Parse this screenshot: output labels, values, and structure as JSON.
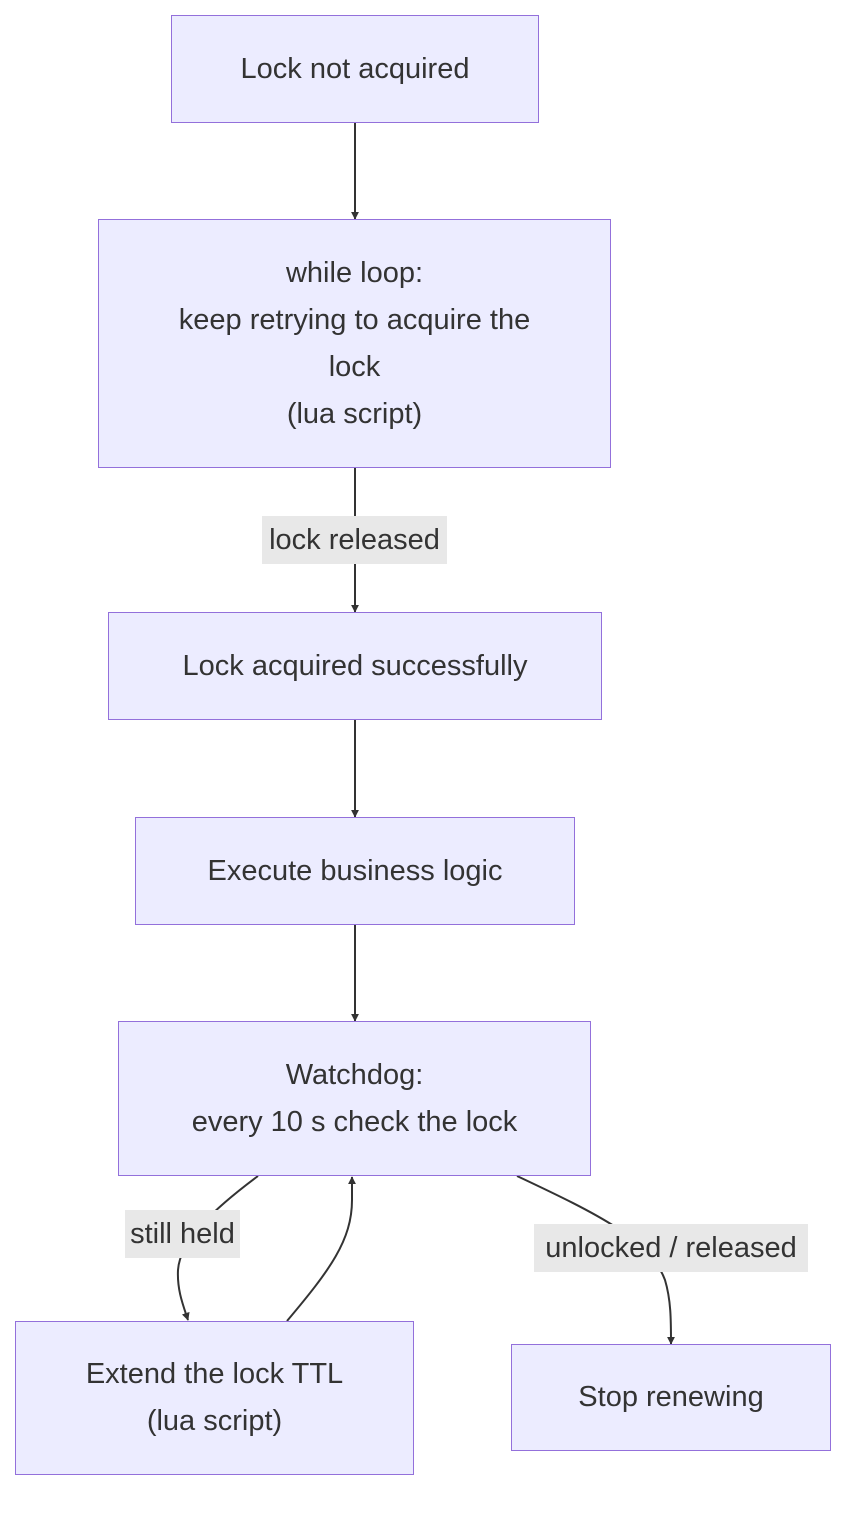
{
  "diagram": {
    "nodes": {
      "lock_not_acquired": {
        "lines": [
          "Lock not acquired"
        ]
      },
      "while_loop": {
        "lines": [
          "while loop:",
          "keep retrying to acquire the",
          "lock",
          "(lua script)"
        ]
      },
      "lock_acquired": {
        "lines": [
          "Lock acquired successfully"
        ]
      },
      "execute_logic": {
        "lines": [
          "Execute business logic"
        ]
      },
      "watchdog": {
        "lines": [
          "Watchdog:",
          "every 10 s check the lock"
        ]
      },
      "extend_ttl": {
        "lines": [
          "Extend the lock TTL",
          "(lua script)"
        ]
      },
      "stop_renewing": {
        "lines": [
          "Stop renewing"
        ]
      }
    },
    "edge_labels": {
      "lock_released": "lock released",
      "still_held": "still held",
      "unlocked_released": "unlocked / released"
    },
    "colors": {
      "node_fill": "#ececff",
      "node_border": "#9370db",
      "edge": "#333333",
      "label_background": "#e8e8e8",
      "text": "#333333"
    }
  }
}
